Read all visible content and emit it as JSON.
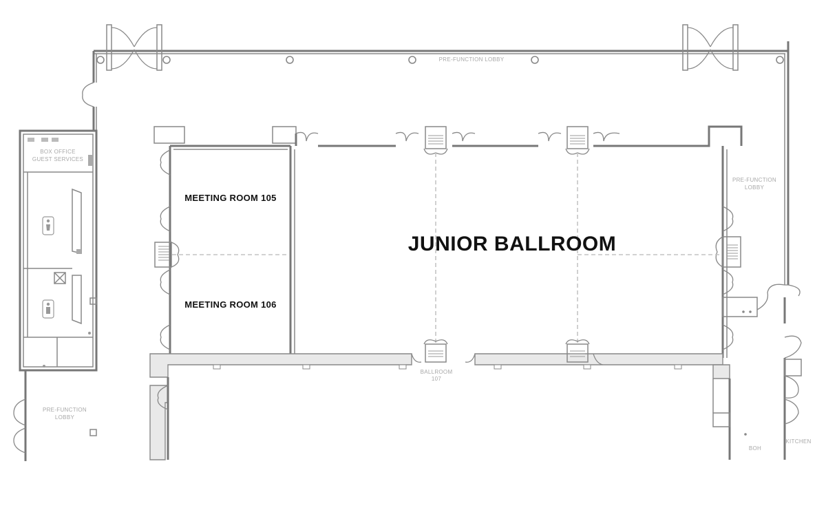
{
  "rooms": {
    "junior_ballroom": "JUNIOR BALLROOM",
    "meeting_105": "MEETING ROOM 105",
    "meeting_106": "MEETING ROOM 106",
    "ballroom_107_line1": "BALLROOM",
    "ballroom_107_line2": "107"
  },
  "areas": {
    "prefunction_top": "PRE-FUNCTION LOBBY",
    "prefunction_right_line1": "PRE-FUNCTION",
    "prefunction_right_line2": "LOBBY",
    "prefunction_left_line1": "PRE-FUNCTION",
    "prefunction_left_line2": "LOBBY",
    "box_office_line1": "BOX OFFICE",
    "box_office_line2": "GUEST SERVICES",
    "boh": "BOH",
    "kitchen": "KITCHEN"
  },
  "icons": {
    "restroom_upper": "restroom-icon",
    "restroom_lower": "restroom-icon",
    "elevator": "elevator-icon"
  }
}
